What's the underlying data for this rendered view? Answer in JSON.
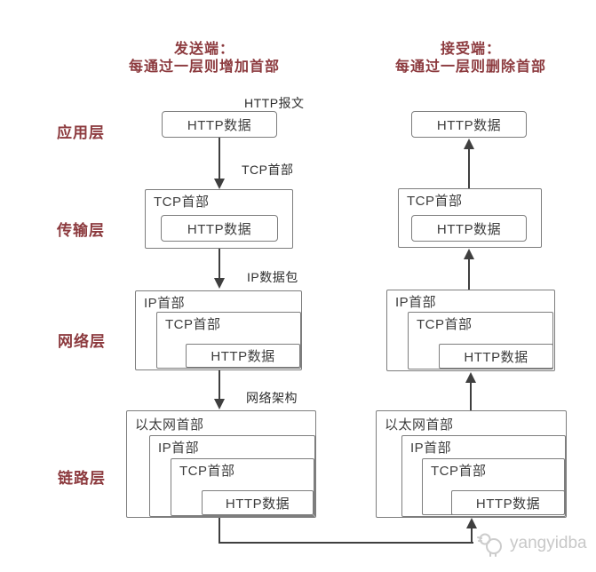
{
  "titles": {
    "sender_line1": "发送端：",
    "sender_line2": "每通过一层则增加首部",
    "receiver_line1": "接受端：",
    "receiver_line2": "每通过一层则删除首部"
  },
  "layer_labels": {
    "application": "应用层",
    "transport": "传输层",
    "network": "网络层",
    "link": "链路层"
  },
  "flow_labels": {
    "http_message": "HTTP报文",
    "tcp_header": "TCP首部",
    "ip_packet": "IP数据包",
    "network_arch": "网络架构"
  },
  "box_labels": {
    "http_data": "HTTP数据",
    "tcp_header": "TCP首部",
    "ip_header": "IP首部",
    "ethernet_header": "以太网首部"
  },
  "watermark": {
    "text": "yangyidba"
  },
  "colors": {
    "accent_red": "#8c3a3e",
    "box_border": "#7d7d7d",
    "box_text": "#3c3c3c",
    "arrow": "#3f3f3f",
    "watermark": "#c8c8c8"
  }
}
